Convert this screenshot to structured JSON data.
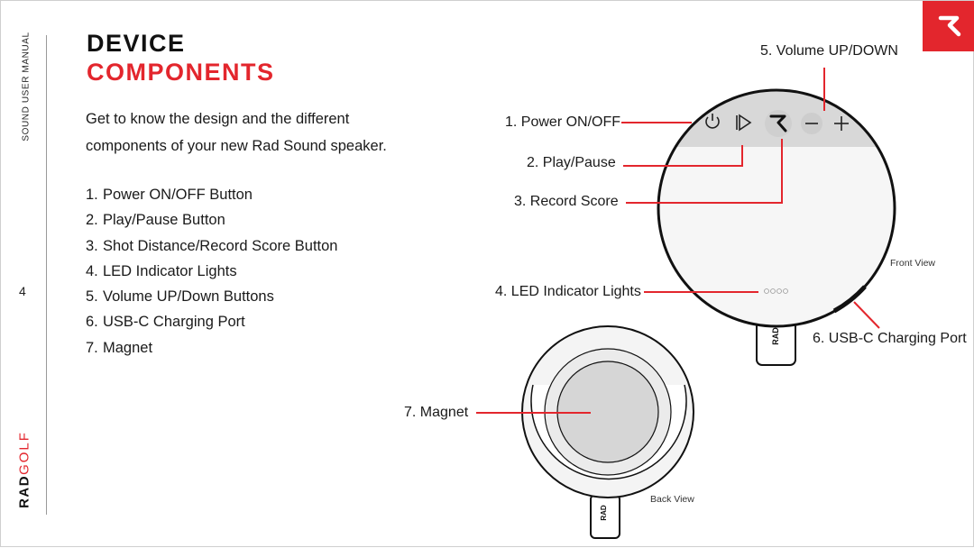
{
  "sidebar": {
    "manual_label": "SOUND USER MANUAL",
    "page_number": "4",
    "logo": {
      "rad": "RAD",
      "golf": "GOLF"
    }
  },
  "header": {
    "title_line1": "DEVICE",
    "title_line2": "COMPONENTS"
  },
  "intro": {
    "text": "Get to know the design and the different components of your new Rad Sound speaker."
  },
  "components": [
    {
      "num": "1.",
      "label": "Power ON/OFF Button"
    },
    {
      "num": "2.",
      "label": "Play/Pause Button"
    },
    {
      "num": "3.",
      "label": "Shot Distance/Record Score Button"
    },
    {
      "num": "4.",
      "label": "LED Indicator Lights"
    },
    {
      "num": "5.",
      "label": "Volume UP/Down Buttons"
    },
    {
      "num": "6.",
      "label": "USB-C Charging Port"
    },
    {
      "num": "7.",
      "label": "Magnet"
    }
  ],
  "diagram": {
    "callouts": {
      "volume": "5. Volume UP/DOWN",
      "power": "1. Power ON/OFF",
      "play": "2. Play/Pause",
      "record": "3. Record Score",
      "led": "4. LED Indicator Lights",
      "usb": "6. USB-C Charging Port",
      "magnet": "7. Magnet"
    },
    "front_view_label": "Front View",
    "back_view_label": "Back View",
    "port_text": "RAD",
    "accent_color": "#e3262d"
  }
}
